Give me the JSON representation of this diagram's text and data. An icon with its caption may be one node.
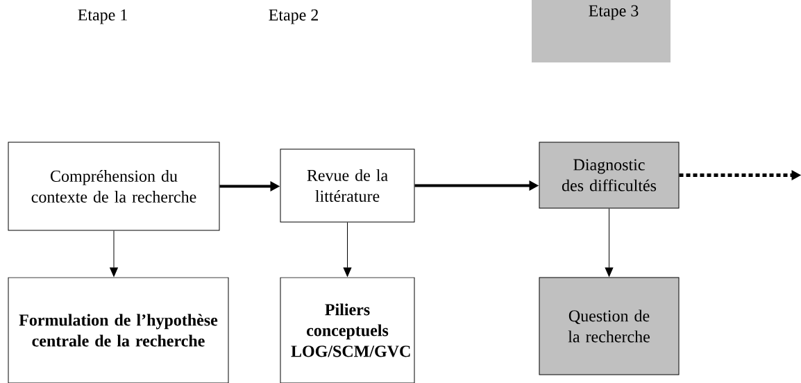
{
  "diagram": {
    "nodes": [
      {
        "text": [
          "Etape 3"
        ]
      },
      {
        "text": [
          "Compréhension du contexte de la recherche"
        ]
      },
      {
        "text": [
          "Revue de la littérature"
        ]
      },
      {
        "text": [
          "Diagnostic des difficultés"
        ]
      },
      {
        "text": [
          "Formulation de l’hypothèse centrale de la recherche"
        ]
      },
      {
        "text": [
          "Piliers conceptuels LOG/SCM/GVC"
        ]
      },
      {
        "text": [
          "Question de la recherche"
        ]
      }
    ],
    "edges": [
      {
        "from": 1,
        "to": 2,
        "arrow": "to",
        "style": "thick"
      },
      {
        "from": 2,
        "to": 3,
        "arrow": "to",
        "style": "thick"
      },
      {
        "from": 3,
        "to": null,
        "arrow": "to",
        "style": "dashed"
      },
      {
        "from": 1,
        "to": 4,
        "arrow": "to"
      },
      {
        "from": 2,
        "to": 5,
        "arrow": "to"
      },
      {
        "from": 3,
        "to": 6,
        "arrow": "to"
      }
    ],
    "labels": [
      "Etape 1",
      "Etape 2"
    ]
  }
}
